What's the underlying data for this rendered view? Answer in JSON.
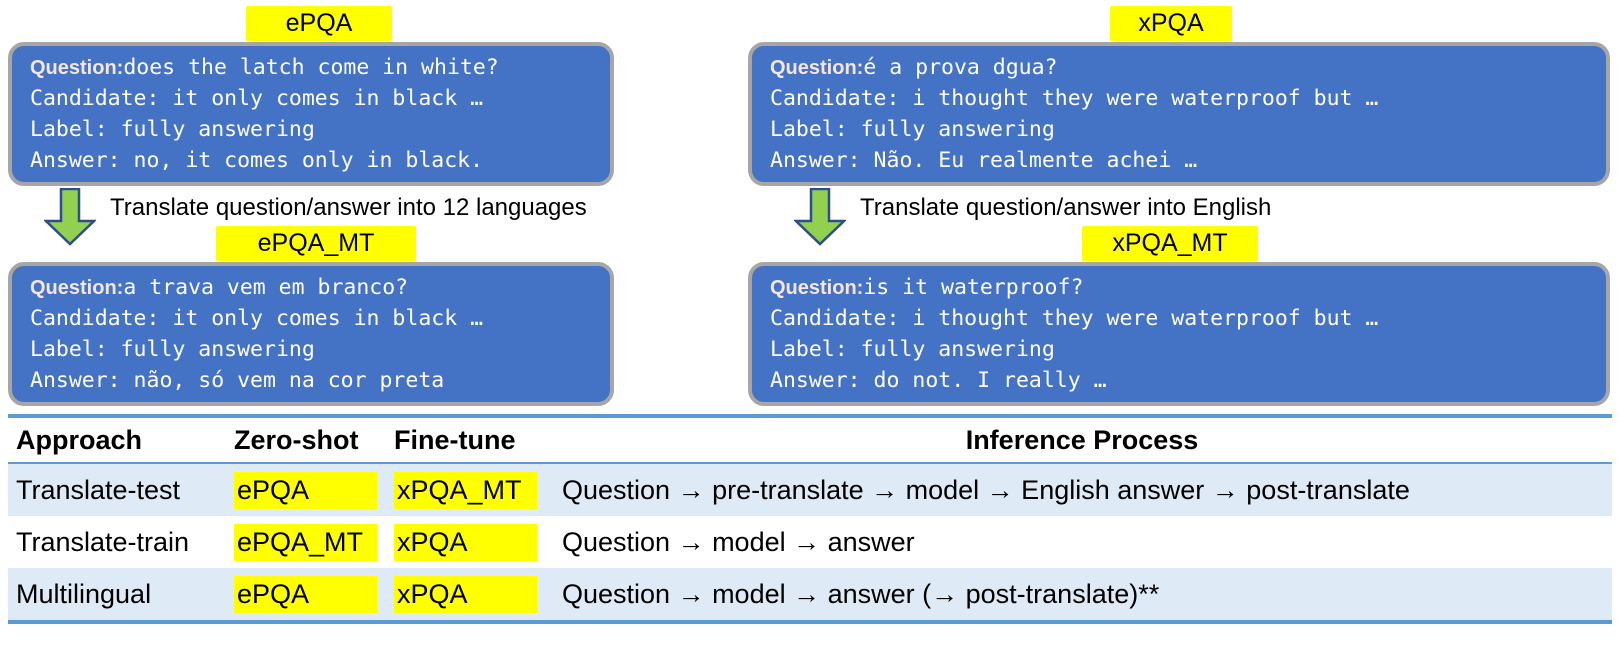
{
  "colors": {
    "panel_fill": "#4472C4",
    "panel_border": "#A6A6A6",
    "highlight": "#ffff00",
    "arrow_fill": "#92D050",
    "arrow_border": "#2E4D8E",
    "table_rule": "#5B9BD5",
    "table_band": "#DEEAF6"
  },
  "panels": {
    "epqa": {
      "tag": "ePQA",
      "lines": [
        {
          "field": "Question",
          "sep": ":",
          "text": "does the latch come in white?"
        },
        {
          "field": "",
          "sep": "",
          "text": "Candidate: it only comes in black …"
        },
        {
          "field": "",
          "sep": "",
          "text": "Label: fully answering"
        },
        {
          "field": "",
          "sep": "",
          "text": "Answer: no, it comes only in black."
        }
      ]
    },
    "xpqa": {
      "tag": "xPQA",
      "lines": [
        {
          "field": "Question",
          "sep": ":",
          "text": "é a prova dgua?"
        },
        {
          "field": "",
          "sep": "",
          "text": "Candidate: i thought they were waterproof but …"
        },
        {
          "field": "",
          "sep": "",
          "text": "Label: fully answering"
        },
        {
          "field": "",
          "sep": "",
          "text": "Answer: Não. Eu realmente achei …"
        }
      ]
    },
    "epqa_mt": {
      "tag": "ePQA_MT",
      "lines": [
        {
          "field": "Question",
          "sep": ":",
          "text": "a trava vem em branco?"
        },
        {
          "field": "",
          "sep": "",
          "text": "Candidate: it only comes in black …"
        },
        {
          "field": "",
          "sep": "",
          "text": "Label: fully answering"
        },
        {
          "field": "",
          "sep": "",
          "text": "Answer: não, só vem na cor preta"
        }
      ]
    },
    "xpqa_mt": {
      "tag": "xPQA_MT",
      "lines": [
        {
          "field": "Question",
          "sep": ":",
          "text": "is it waterproof?"
        },
        {
          "field": "",
          "sep": "",
          "text": "Candidate: i thought they were waterproof but …"
        },
        {
          "field": "",
          "sep": "",
          "text": "Label: fully answering"
        },
        {
          "field": "",
          "sep": "",
          "text": "Answer: do not. I really …"
        }
      ]
    }
  },
  "captions": {
    "left": "Translate question/answer into 12 languages",
    "right": "Translate question/answer into English"
  },
  "table": {
    "headers": {
      "approach": "Approach",
      "zero_shot": "Zero-shot",
      "fine_tune": "Fine-tune",
      "inference": "Inference Process"
    },
    "rows": [
      {
        "approach": "Translate-test",
        "zero_shot": "ePQA",
        "fine_tune": "xPQA_MT",
        "inference": "Question → pre-translate → model → English answer → post-translate"
      },
      {
        "approach": "Translate-train",
        "zero_shot": "ePQA_MT",
        "fine_tune": "xPQA",
        "inference": "Question → model → answer"
      },
      {
        "approach": "Multilingual",
        "zero_shot": "ePQA",
        "fine_tune": "xPQA",
        "inference": "Question → model → answer (→ post-translate)**"
      }
    ]
  }
}
